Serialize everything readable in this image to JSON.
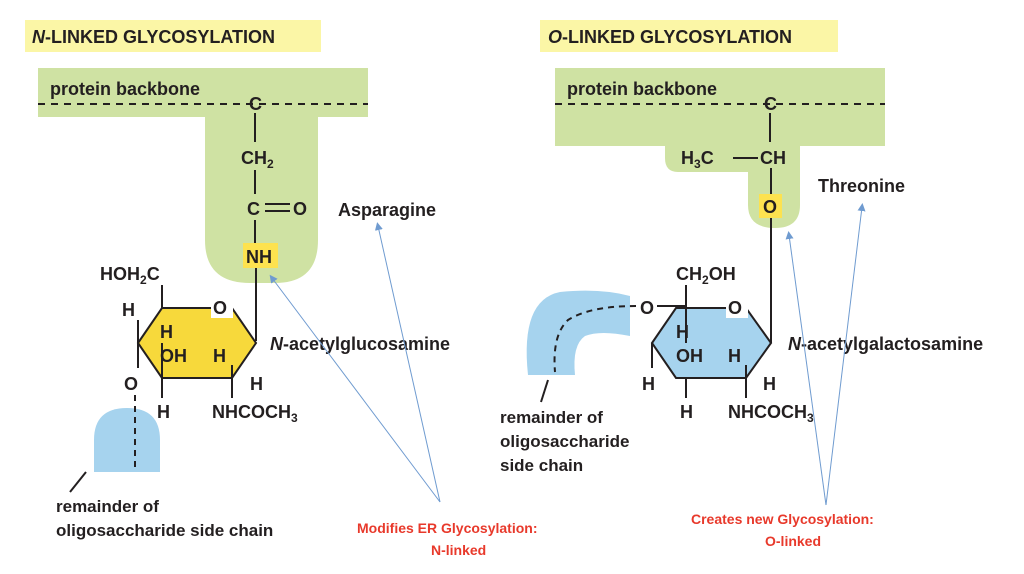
{
  "left": {
    "heading_prefix": "N",
    "heading_rest": "-LINKED GLYCOSYLATION",
    "backbone_label": "protein backbone",
    "backbone_atom": "C",
    "ch2": "CH",
    "ch2_sub": "2",
    "carbonyl_c": "C",
    "carbonyl_o": "O",
    "nh": "NH",
    "residue": "Asparagine",
    "sugar_prefix": "N",
    "sugar_rest": "-acetylglucosamine",
    "hoh2c": "HOH",
    "hoh2c_sub": "2",
    "hoh2c_c": "C",
    "ring_o": "O",
    "h_left": "H",
    "h_inner1": "H",
    "oh_inner": "OH",
    "h_inner2": "H",
    "h_right": "H",
    "o_link": "O",
    "h_bottom": "H",
    "nhcoch3": "NHCOCH",
    "nhcoch3_sub": "3",
    "remainder": "remainder of",
    "remainder2": "oligosaccharide side chain"
  },
  "right": {
    "heading_prefix": "O",
    "heading_rest": "-LINKED GLYCOSYLATION",
    "backbone_label": "protein backbone",
    "backbone_atom": "C",
    "h3c": "H",
    "h3c_sub": "3",
    "h3c_c": "C",
    "ch": "CH",
    "o_link": "O",
    "residue": "Threonine",
    "sugar_prefix": "N",
    "sugar_rest": "-acetylgalactosamine",
    "ch2oh": "CH",
    "ch2oh_sub": "2",
    "ch2oh_oh": "OH",
    "ring_o": "O",
    "o_left": "O",
    "h_inner1": "H",
    "oh_inner": "OH",
    "h_inner2": "H",
    "h_left": "H",
    "h_right": "H",
    "h_bottom": "H",
    "nhcoch3": "NHCOCH",
    "nhcoch3_sub": "3",
    "remainder1": "remainder of",
    "remainder2": "oligosaccharide",
    "remainder3": "side chain"
  },
  "annotations": {
    "modifies_line1": "Modifies ER Glycosylation:",
    "modifies_line2": "N-linked",
    "creates_line1": "Creates new Glycosylation:",
    "creates_line2": "O-linked"
  },
  "colors": {
    "heading_bg": "#fbf6a6",
    "protein_green": "#cfe2a3",
    "highlight_yellow": "#fde24f",
    "glucose_yellow": "#f7d93b",
    "galactose_blue": "#a6d3ee",
    "annotation_red": "#e8392b",
    "arrow_blue": "#6f9bd0"
  }
}
